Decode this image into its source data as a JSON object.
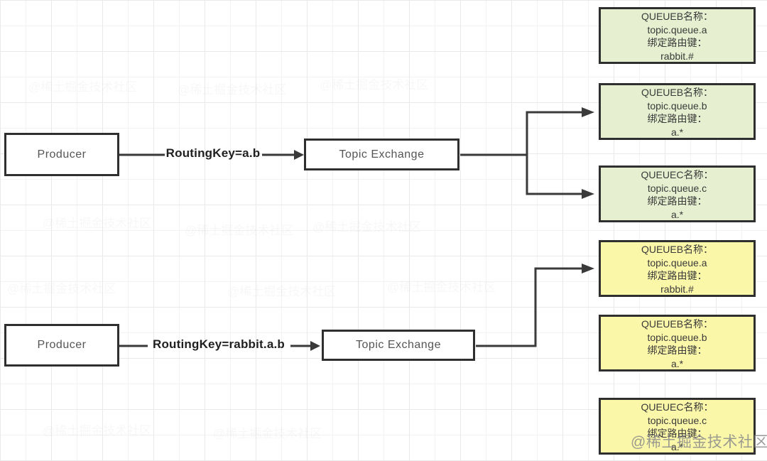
{
  "colors": {
    "queue_green": "#e6f0d0",
    "queue_yellow": "#fbf7a9",
    "node_fill": "#ffffff",
    "box_border": "#2f2f2f",
    "connector": "#3a3a3a",
    "label_text": "#1f1f1f",
    "node_text": "#555555",
    "queue_text": "#3a3a3a",
    "watermark_gray": "#8a8a8a"
  },
  "flows": [
    {
      "producer_label": "Producer",
      "routing_key_label": "RoutingKey=a.b",
      "exchange_label": "Topic Exchange"
    },
    {
      "producer_label": "Producer",
      "routing_key_label": "RoutingKey=rabbit.a.b",
      "exchange_label": "Topic Exchange"
    }
  ],
  "queues": [
    {
      "group": "green",
      "title": "QUEUEB名称：",
      "queue_name": "topic.queue.a",
      "binding_title": "绑定路由键：",
      "binding_key": "rabbit.#"
    },
    {
      "group": "green",
      "title": "QUEUEB名称：",
      "queue_name": "topic.queue.b",
      "binding_title": "绑定路由键：",
      "binding_key": "a.*"
    },
    {
      "group": "green",
      "title": "QUEUEC名称：",
      "queue_name": "topic.queue.c",
      "binding_title": "绑定路由键：",
      "binding_key": "a.*"
    },
    {
      "group": "yellow",
      "title": "QUEUEB名称：",
      "queue_name": "topic.queue.a",
      "binding_title": "绑定路由键：",
      "binding_key": "rabbit.#"
    },
    {
      "group": "yellow",
      "title": "QUEUEB名称：",
      "queue_name": "topic.queue.b",
      "binding_title": "绑定路由键：",
      "binding_key": "a.*"
    },
    {
      "group": "yellow",
      "title": "QUEUEC名称：",
      "queue_name": "topic.queue.c",
      "binding_title": "绑定路由键：",
      "binding_key": "a.*"
    }
  ],
  "watermark": {
    "text": "@稀土掘金技术社区"
  }
}
